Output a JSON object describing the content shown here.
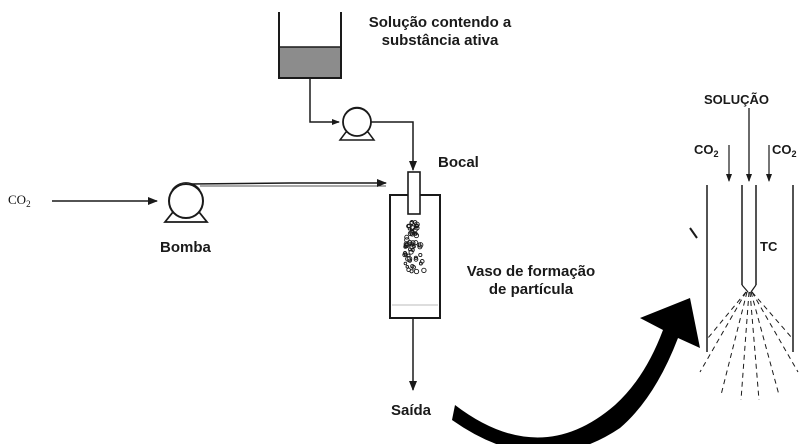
{
  "labels": {
    "solution_line1": "Solução contendo a",
    "solution_line2": "substância ativa",
    "bocal": "Bocal",
    "co2_inlet": "CO",
    "co2_inlet_sub": "2",
    "bomba": "Bomba",
    "vaso_line1": "Vaso de formação",
    "vaso_line2": "de partícula",
    "saida": "Saída",
    "solucao": "SOLUÇÃO",
    "co2_left": "CO",
    "co2_left_sub": "2",
    "co2_right": "CO",
    "co2_right_sub": "2",
    "tc": "TC"
  },
  "colors": {
    "line": "#1a1a1a",
    "liquid": "#8c8c8c",
    "arrow": "#000000"
  }
}
